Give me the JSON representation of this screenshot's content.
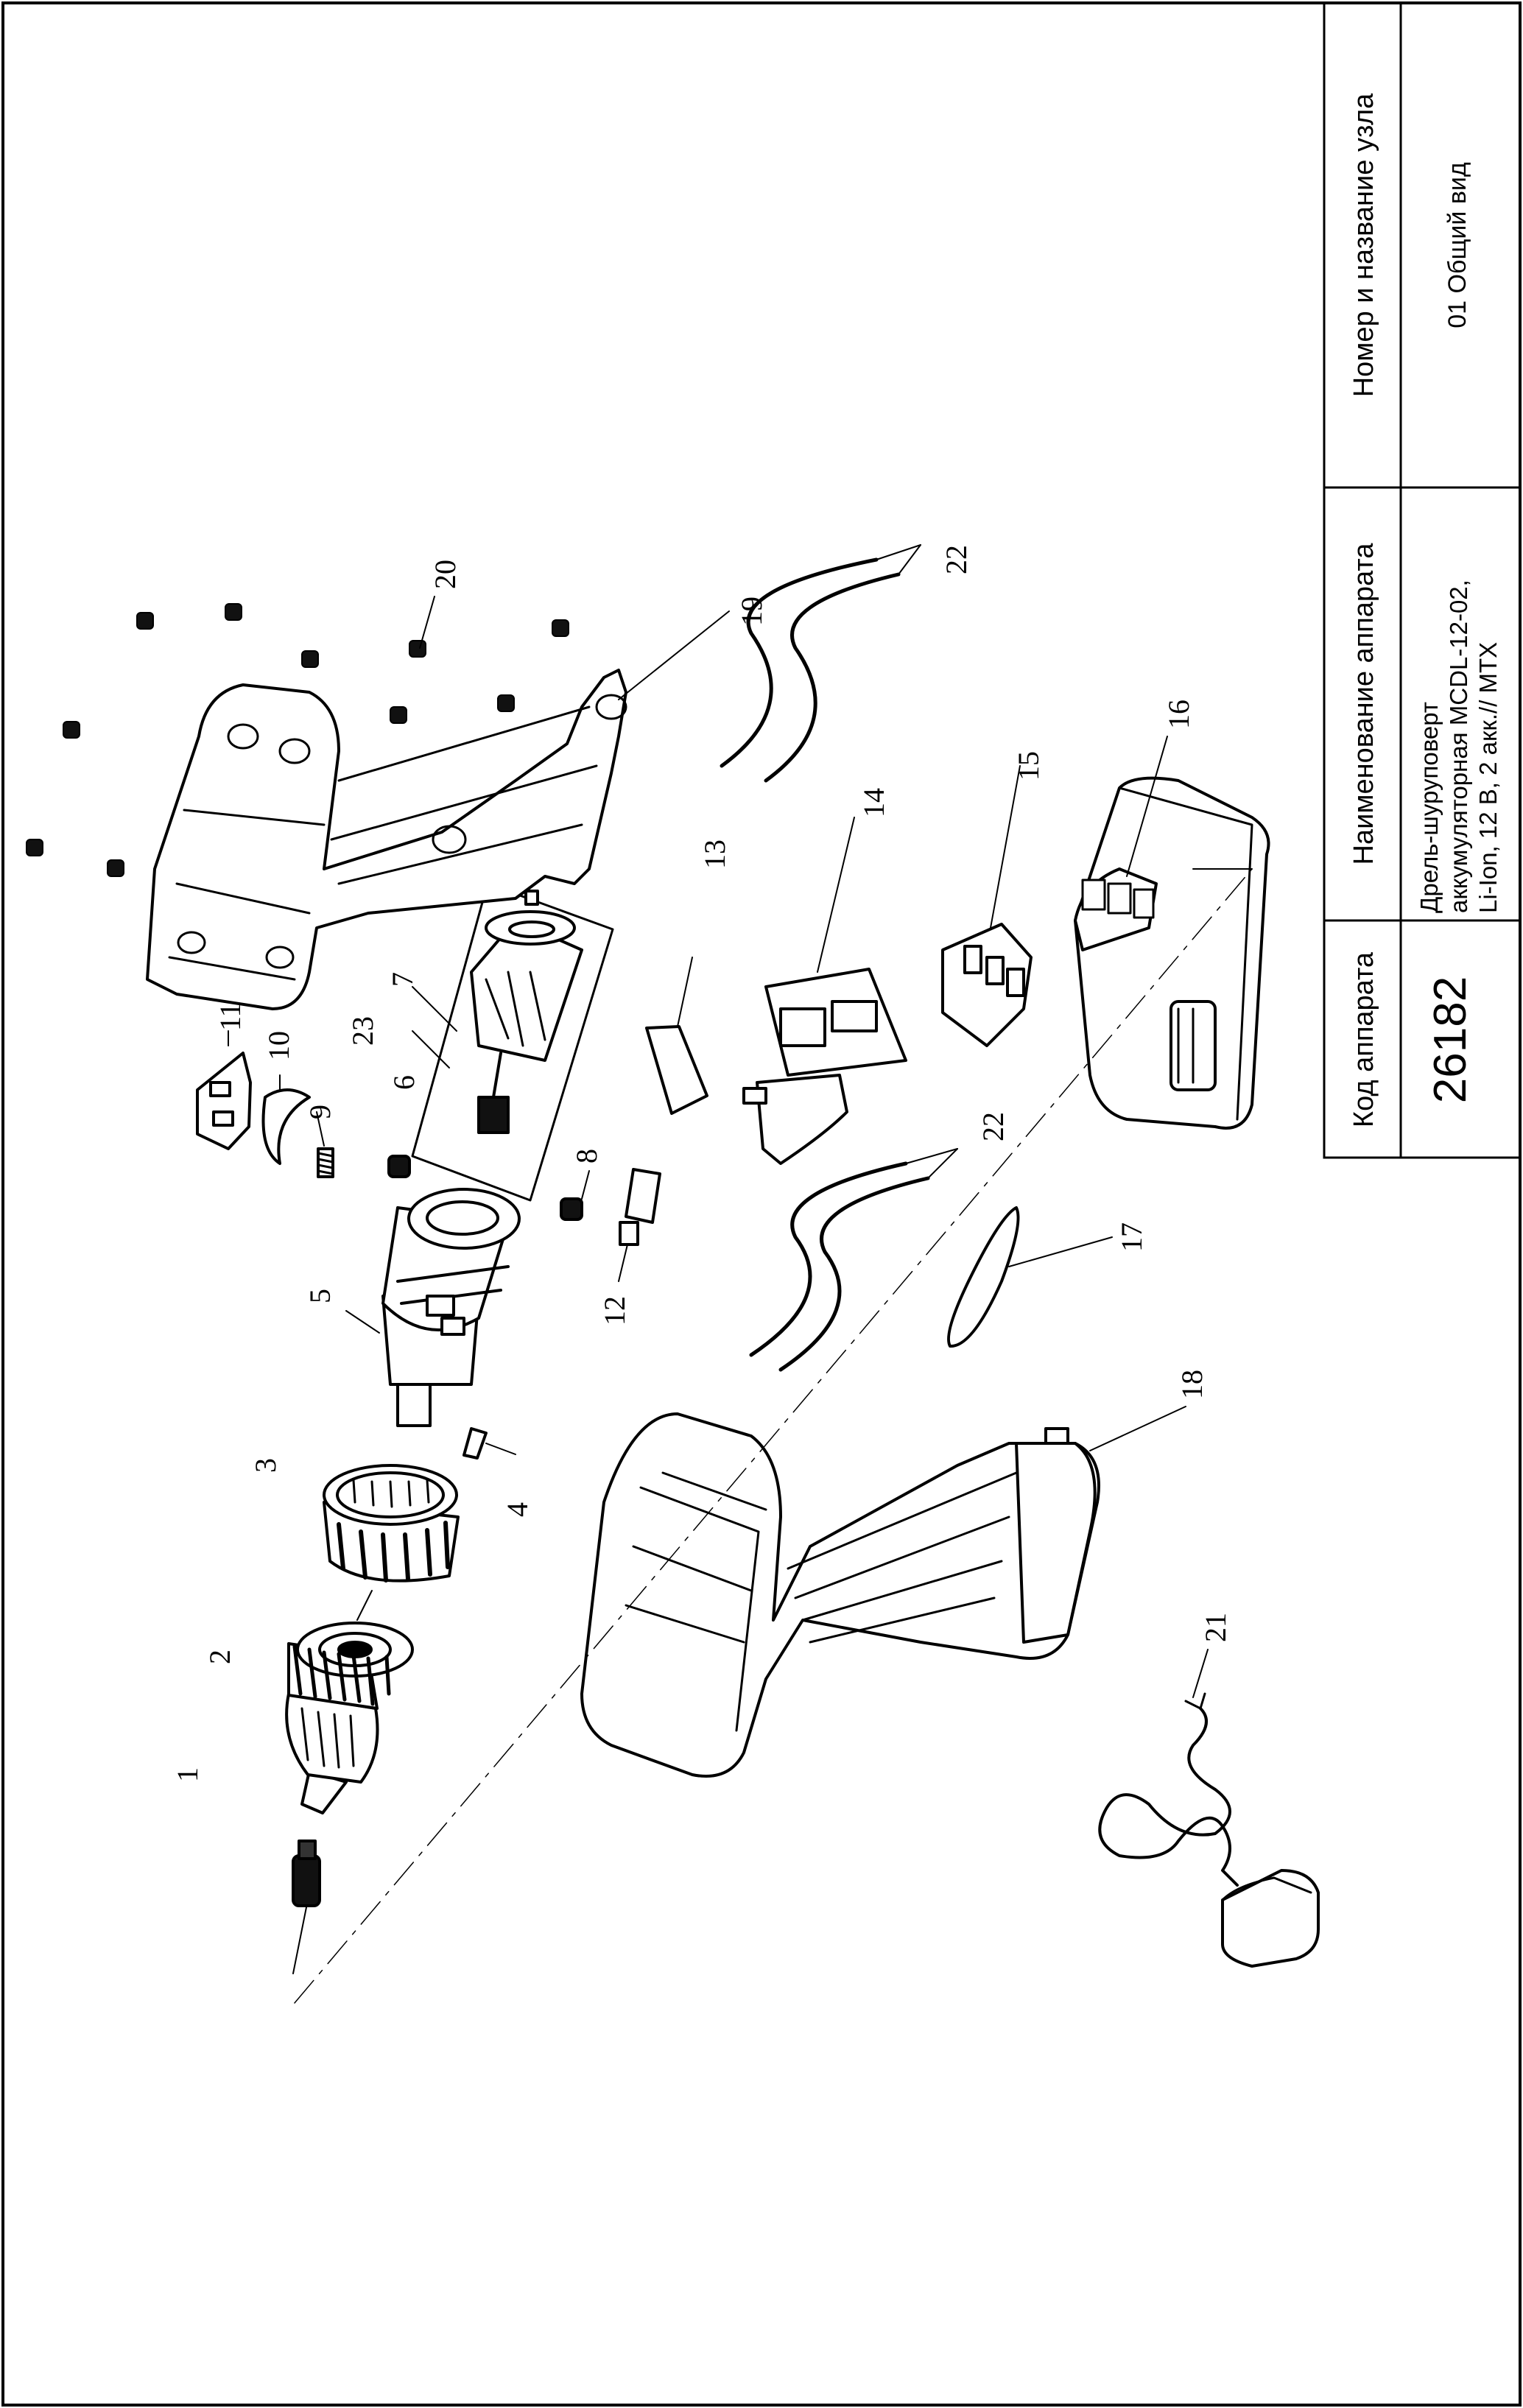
{
  "title_block": {
    "code_header": "Код аппарата",
    "code_value": "26182",
    "name_header": "Наименование аппарата",
    "name_line1": "Дрель-шуруповерт",
    "name_line2": "аккумуляторная MCDL-12-02,",
    "name_line3": "Li-Ion, 12 В, 2 акк.// MTX",
    "unit_header": "Номер и название узла",
    "unit_value": "01 Общий вид"
  },
  "callouts": {
    "c1": "1",
    "c2": "2",
    "c3": "3",
    "c4": "4",
    "c5": "5",
    "c6": "6",
    "c7": "7",
    "c8": "8",
    "c9": "9",
    "c10": "10",
    "c11": "11",
    "c12": "12",
    "c13": "13",
    "c14": "14",
    "c15": "15",
    "c16": "16",
    "c17": "17",
    "c18": "18",
    "c19": "19",
    "c20": "20",
    "c21": "21",
    "c22a": "22",
    "c22b": "22",
    "c23": "23"
  }
}
